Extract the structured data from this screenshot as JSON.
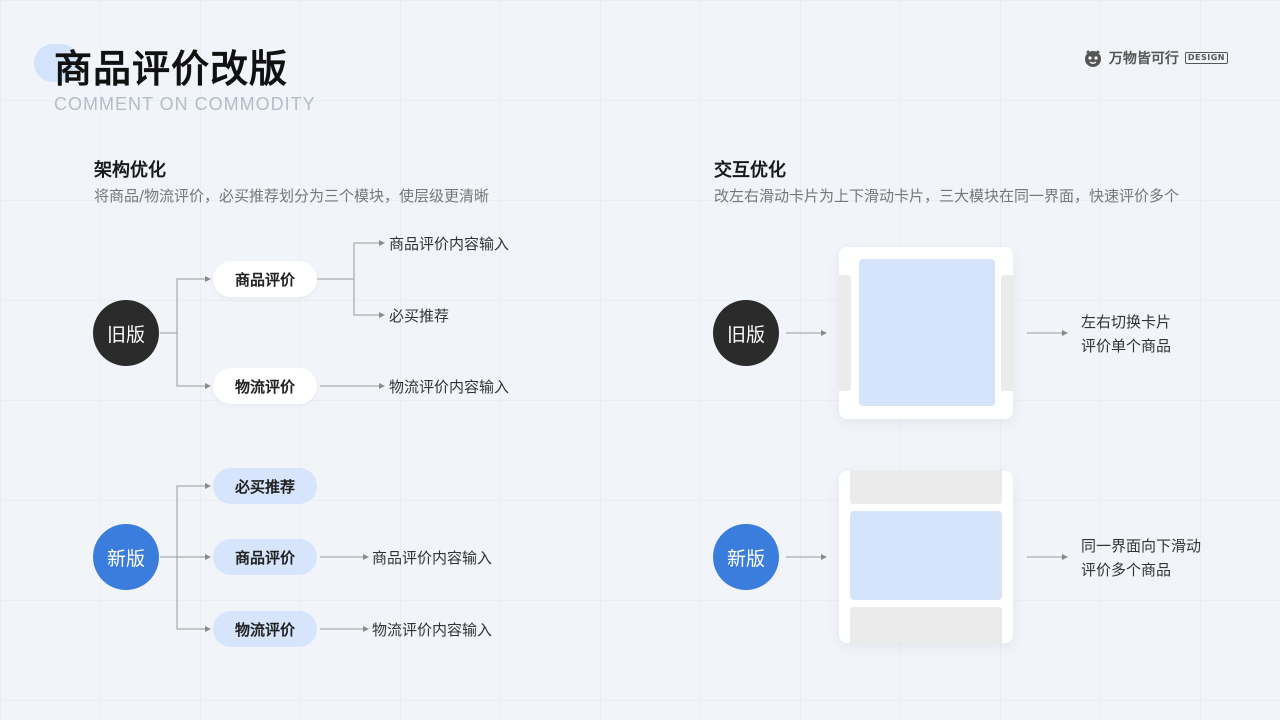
{
  "header": {
    "title": "商品评价改版",
    "subtitle": "COMMENT ON COMMODITY",
    "brand": {
      "name": "万物皆可行",
      "badge": "DESIGN"
    }
  },
  "structure": {
    "title": "架构优化",
    "desc": "将商品/物流评价，必买推荐划分为三个模块，使层级更清晰",
    "old": {
      "label": "旧版",
      "nodes": [
        {
          "label": "商品评价",
          "children": [
            "商品评价内容输入",
            "必买推荐"
          ]
        },
        {
          "label": "物流评价",
          "children": [
            "物流评价内容输入"
          ]
        }
      ]
    },
    "new": {
      "label": "新版",
      "nodes": [
        {
          "label": "必买推荐",
          "children": []
        },
        {
          "label": "商品评价",
          "children": [
            "商品评价内容输入"
          ]
        },
        {
          "label": "物流评价",
          "children": [
            "物流评价内容输入"
          ]
        }
      ]
    }
  },
  "interaction": {
    "title": "交互优化",
    "desc": "改左右滑动卡片为上下滑动卡片，三大模块在同一界面，快速评价多个",
    "old": {
      "label": "旧版",
      "lines": [
        "左右切换卡片",
        "评价单个商品"
      ]
    },
    "new": {
      "label": "新版",
      "lines": [
        "同一界面向下滑动",
        "评价多个商品"
      ]
    }
  },
  "colors": {
    "old_circle": "#2b2b2b",
    "new_circle": "#3b7ddd",
    "new_pill": "#d6e5fb",
    "card_blue": "#d5e4fb",
    "card_gray": "#ebebeb"
  }
}
